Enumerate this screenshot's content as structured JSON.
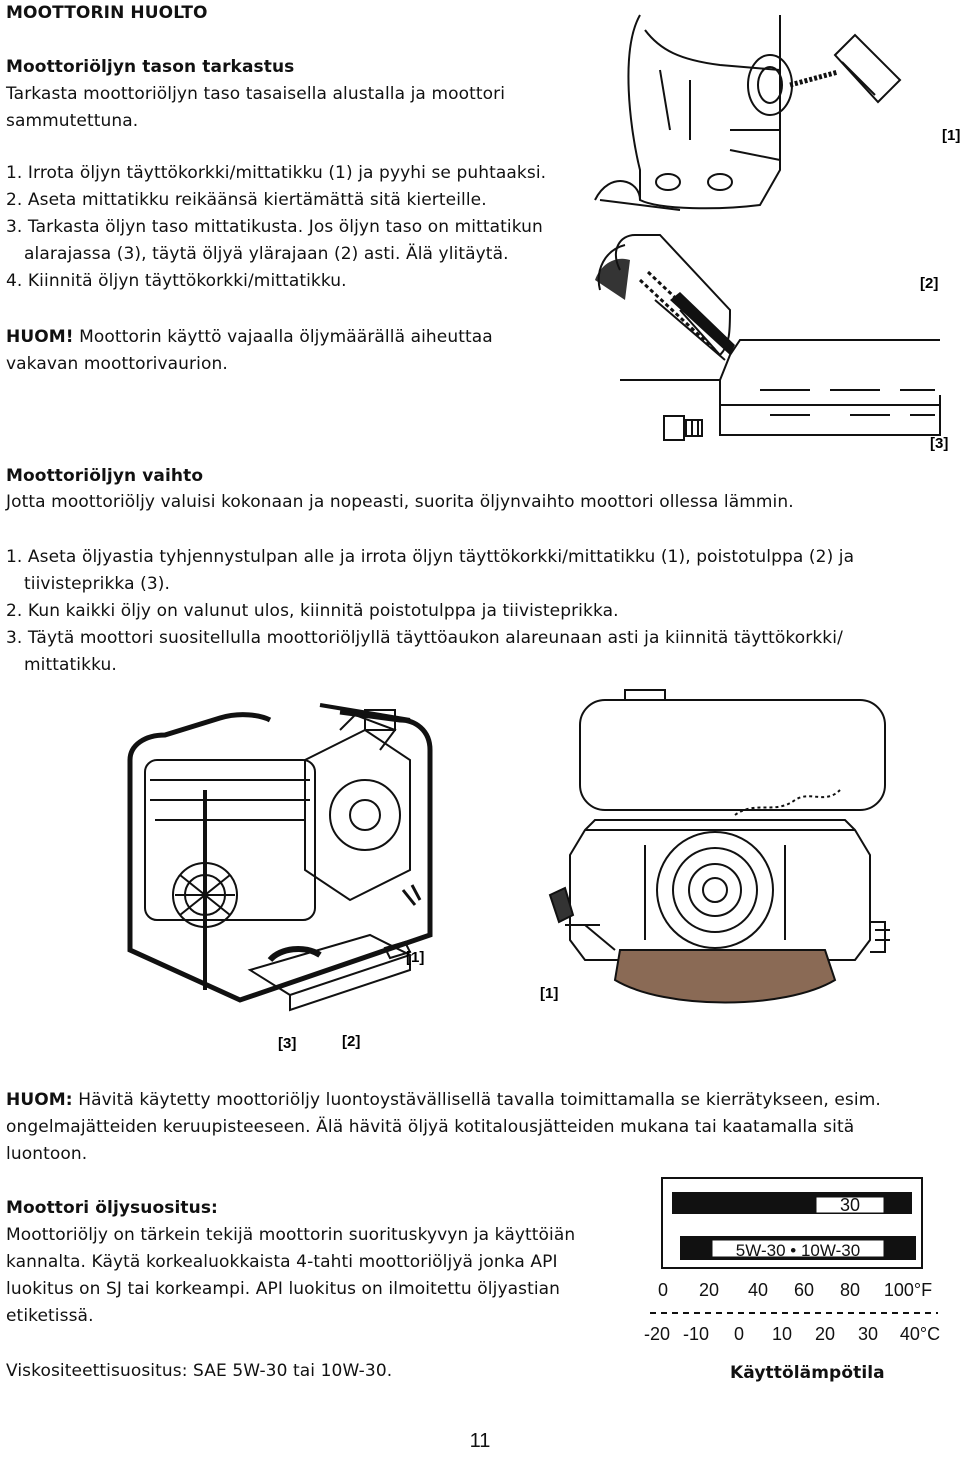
{
  "page_title": "MOOTTORIN HUOLTO",
  "oil_check": {
    "heading": "Moottoriöljyn tason tarkastus",
    "intro_1": "Tarkasta moottoriöljyn taso tasaisella alustalla ja moottori",
    "intro_2": "sammutettuna.",
    "step_1": "1. Irrota öljyn täyttökorkki/mittatikku (1) ja pyyhi se puhtaaksi.",
    "step_2": "2. Aseta mittatikku reikäänsä kiertämättä sitä kierteille.",
    "step_3a": "3. Tarkasta öljyn taso mittatikusta. Jos öljyn taso on mittatikun",
    "step_3b": "alarajassa (3), täytä öljyä ylärajaan (2) asti. Älä ylitäytä.",
    "step_4": "4. Kiinnitä öljyn täyttökorkki/mittatikku.",
    "note_label": "HUOM!",
    "note_1": " Moottorin käyttö vajaalla öljymäärällä aiheuttaa",
    "note_2": "vakavan moottorivaurion."
  },
  "oil_change": {
    "heading": "Moottoriöljyn vaihto",
    "intro": "Jotta moottoriöljy valuisi kokonaan ja nopeasti, suorita öljynvaihto moottori ollessa lämmin.",
    "step_1a": "1. Aseta öljyastia tyhjennystulpan alle ja irrota öljyn täyttökorkki/mittatikku (1), poistotulppa (2) ja",
    "step_1b": "tiivisteprikka (3).",
    "step_2": "2. Kun kaikki öljy on valunut ulos, kiinnitä poistotulppa ja tiivisteprikka.",
    "step_3a": "3. Täytä moottori suositellulla moottoriöljyllä täyttöaukon alareunaan asti ja kiinnitä täyttökorkki/",
    "step_3b": "mittatikku."
  },
  "disposal": {
    "label": "HUOM:",
    "line_1": " Hävitä käytetty moottoriöljy luontoystävällisellä tavalla toimittamalla se kierrätykseen, esim.",
    "line_2": "ongelmajätteiden keruupisteeseen. Älä hävitä öljyä kotitalousjätteiden mukana tai kaatamalla sitä",
    "line_3": "luontoon."
  },
  "recommendation": {
    "heading": "Moottori öljysuositus:",
    "line_1": "Moottoriöljy on tärkein tekijä moottorin suorituskyvyn ja käyttöiän",
    "line_2": "kannalta. Käytä korkealuokkaista 4-tahti moottoriöljyä jonka API",
    "line_3": "luokitus on SJ tai korkeampi. API luokitus on ilmoitettu öljyastian",
    "line_4": "etiketissä.",
    "viscosity": "Viskositeettisuositus: SAE 5W-30 tai 10W-30."
  },
  "figures": {
    "dipstick_labels": [
      "[1]",
      "[2]",
      "[3]"
    ],
    "pump_labels": {
      "plug": "[1]",
      "washer": "[3]",
      "drain": "[2]"
    },
    "engine_label": "[1]"
  },
  "viscosity_chart": {
    "oil_30": "30",
    "oil_multi": "5W-30 • 10W-30",
    "fahrenheit": [
      "0",
      "20",
      "40",
      "60",
      "80",
      "100°F"
    ],
    "celsius": [
      "-20",
      "-10",
      "0",
      "10",
      "20",
      "30",
      "40°C"
    ],
    "caption": "Käyttölämpötila"
  },
  "page_number": "11"
}
